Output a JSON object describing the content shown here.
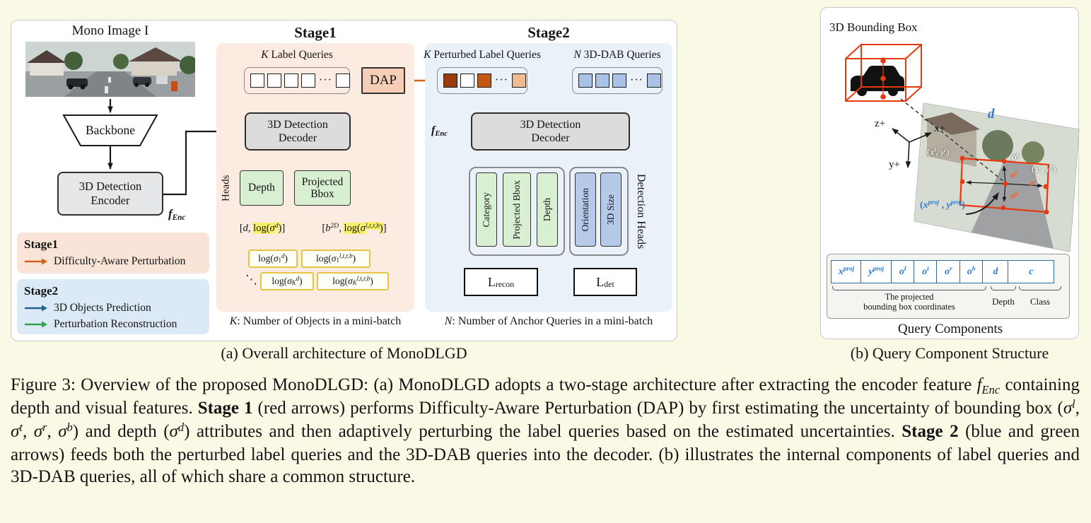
{
  "colors": {
    "bg": "#FAF9E6",
    "panel-border": "#C8C8C8",
    "stage1-bg": "#FBEBE1",
    "stage2-bg": "#EAF1F9",
    "legend1-bg": "#FAE3D7",
    "legend2-bg": "#DCE9F7",
    "orange": "#D2601A",
    "blue": "#21648E",
    "green": "#2EA24E",
    "gray-box": "#DCDCDC",
    "green-box": "#D9EFD1",
    "blue-box": "#B7C9E9",
    "dap-bg": "#F6CEB5",
    "yellow-hl": "#FAF169",
    "yellow-border": "#E2C63E",
    "red": "#E8380D",
    "blue-text": "#2E7BD1",
    "rust-dark": "#993B0B",
    "rust-mid": "#C25812",
    "peach-sq": "#F2BA90",
    "dab-sq": "#A9C2E6"
  },
  "panel_a": {
    "mono_label": "Mono Image I",
    "backbone": "Backbone",
    "encoder_line1": "3D Detection",
    "encoder_line2": "Encoder",
    "f_enc": [
      {
        "t": "f",
        "c": "it bd"
      },
      {
        "t": "Enc",
        "c": "sub it bd"
      }
    ],
    "legend": {
      "s1_title": "Stage1",
      "s1_item": "Difficulty-Aware Perturbation",
      "s2_title": "Stage2",
      "s2_item1": "3D Objects Prediction",
      "s2_item2": "Perturbation Reconstruction"
    },
    "s1": {
      "title": "Stage1",
      "queries_label": [
        {
          "t": "K",
          "c": "it"
        },
        {
          "t": " Label Queries"
        }
      ],
      "dots": "···",
      "dap": "DAP",
      "decoder_line1": "3D Detection",
      "decoder_line2": "Decoder",
      "heads_label": "Heads",
      "depth_head": "Depth",
      "bbox_head_line1": "Projected",
      "bbox_head_line2": "Bbox",
      "depth_out": [
        {
          "t": "["
        },
        {
          "t": "d",
          "c": "it"
        },
        {
          "t": ", "
        },
        {
          "t": "log(",
          "c": "hl"
        },
        {
          "t": "σ",
          "c": "hl it"
        },
        {
          "t": "d",
          "c": "hl sup it"
        },
        {
          "t": ")",
          "c": "hl"
        },
        {
          "t": "]"
        }
      ],
      "bbox_out": [
        {
          "t": "["
        },
        {
          "t": "b",
          "c": "it"
        },
        {
          "t": "2D",
          "c": "sup"
        },
        {
          "t": ", "
        },
        {
          "t": "log(",
          "c": "hl"
        },
        {
          "t": "σ",
          "c": "hl it"
        },
        {
          "t": "l,t,r,b",
          "c": "hl sup it"
        },
        {
          "t": ")",
          "c": "hl"
        },
        {
          "t": "]"
        }
      ],
      "sig_1d": [
        {
          "t": "log("
        },
        {
          "t": "σ",
          "c": "it"
        },
        {
          "t": "1",
          "c": "sub"
        },
        {
          "t": "d",
          "c": "sup it"
        },
        {
          "t": ")"
        }
      ],
      "sig_1b": [
        {
          "t": "log("
        },
        {
          "t": "σ",
          "c": "it"
        },
        {
          "t": "1",
          "c": "sub"
        },
        {
          "t": "l,t,r,b",
          "c": "sup it"
        },
        {
          "t": ")"
        }
      ],
      "sig_kd": [
        {
          "t": "log("
        },
        {
          "t": "σ",
          "c": "it"
        },
        {
          "t": "K",
          "c": "sub it"
        },
        {
          "t": "d",
          "c": "sup it"
        },
        {
          "t": ")"
        }
      ],
      "sig_kb": [
        {
          "t": "log("
        },
        {
          "t": "σ",
          "c": "it"
        },
        {
          "t": "K",
          "c": "sub it"
        },
        {
          "t": "l,t,r,b",
          "c": "sup it"
        },
        {
          "t": ")"
        }
      ],
      "sig_dots": "⋱"
    },
    "s2": {
      "title": "Stage2",
      "perturbed_label": [
        {
          "t": "K",
          "c": "it"
        },
        {
          "t": " Perturbed Label Queries"
        }
      ],
      "dab_label": [
        {
          "t": "N",
          "c": "it"
        },
        {
          "t": " 3D-DAB Queries"
        }
      ],
      "dots": "···",
      "f_enc": [
        {
          "t": "f",
          "c": "it bd"
        },
        {
          "t": "Enc",
          "c": "sub it bd"
        }
      ],
      "decoder_line1": "3D Detection",
      "decoder_line2": "Decoder",
      "head_category": "Category",
      "head_bbox": "Projected Bbox",
      "head_depth": "Depth",
      "head_orientation": "Orientation",
      "head_size": "3D Size",
      "detection_heads_label": "Detection Heads",
      "l_recon": [
        {
          "t": "L"
        },
        {
          "t": "recon",
          "c": "sub"
        }
      ],
      "l_det": [
        {
          "t": "L"
        },
        {
          "t": "det",
          "c": "sub"
        }
      ]
    },
    "note_k": [
      {
        "t": "K",
        "c": "it"
      },
      {
        "t": ": Number of Objects in a mini-batch"
      }
    ],
    "note_n": [
      {
        "t": "N",
        "c": "it"
      },
      {
        "t": ": Number of Anchor Queries in a mini-batch"
      }
    ],
    "caption": "(a) Overall architecture of MonoDLGD"
  },
  "panel_b": {
    "title": "3D Bounding Box",
    "axis_z": "z+",
    "axis_x": "x+",
    "axis_y": "y+",
    "d_label": "d",
    "corner_tl": [
      {
        "t": "("
      },
      {
        "t": "x",
        "c": "it"
      },
      {
        "t": "l",
        "c": "sup it"
      },
      {
        "t": ", "
      },
      {
        "t": "y",
        "c": "it"
      },
      {
        "t": "t",
        "c": "sup it"
      },
      {
        "t": ")"
      }
    ],
    "o_t": [
      {
        "t": "o",
        "c": "it bd"
      },
      {
        "t": "t",
        "c": "sup it bd"
      }
    ],
    "o_l": [
      {
        "t": "o",
        "c": "it bd"
      },
      {
        "t": "l",
        "c": "sup it bd"
      }
    ],
    "o_r": [
      {
        "t": "o",
        "c": "it bd"
      },
      {
        "t": "r",
        "c": "sup it bd"
      }
    ],
    "o_b": [
      {
        "t": "o",
        "c": "it bd"
      },
      {
        "t": "b",
        "c": "sup it bd"
      }
    ],
    "corner_br": [
      {
        "t": "("
      },
      {
        "t": "x",
        "c": "it"
      },
      {
        "t": "r",
        "c": "sup it"
      },
      {
        "t": ", "
      },
      {
        "t": "y",
        "c": "it"
      },
      {
        "t": "b",
        "c": "sup it"
      },
      {
        "t": ")"
      }
    ],
    "proj_point": [
      {
        "t": "("
      },
      {
        "t": "x",
        "c": "it bd"
      },
      {
        "t": "proj",
        "c": "sup it bd"
      },
      {
        "t": " , "
      },
      {
        "t": "y",
        "c": "it bd"
      },
      {
        "t": "proj",
        "c": "sup it bd"
      },
      {
        "t": ")"
      }
    ],
    "cells": [
      [
        {
          "t": "x",
          "c": "it bd"
        },
        {
          "t": "proj",
          "c": "sup it bd"
        }
      ],
      [
        {
          "t": "y",
          "c": "it bd"
        },
        {
          "t": "proj",
          "c": "sup it bd"
        }
      ],
      [
        {
          "t": "o",
          "c": "it bd"
        },
        {
          "t": "l",
          "c": "sup it bd"
        }
      ],
      [
        {
          "t": "o",
          "c": "it bd"
        },
        {
          "t": "t",
          "c": "sup it bd"
        }
      ],
      [
        {
          "t": "o",
          "c": "it bd"
        },
        {
          "t": "r",
          "c": "sup it bd"
        }
      ],
      [
        {
          "t": "o",
          "c": "it bd"
        },
        {
          "t": "b",
          "c": "sup it bd"
        }
      ],
      [
        {
          "t": "d",
          "c": "it bd"
        }
      ],
      [
        {
          "t": "c",
          "c": "it bd"
        }
      ]
    ],
    "brace_coords_line1": "The projected",
    "brace_coords_line2": "bounding box coordinates",
    "brace_depth": "Depth",
    "brace_class": "Class",
    "query_components": "Query Components",
    "caption": "(b) Query Component Structure"
  },
  "figure_caption": {
    "segments": [
      {
        "t": "Figure 3: Overview of the proposed MonoDLGD: (a) MonoDLGD adopts a two-stage architecture after extracting the encoder feature "
      },
      {
        "t": "f",
        "c": "it"
      },
      {
        "t": "Enc",
        "c": "sub it"
      },
      {
        "t": " containing depth and visual features. "
      },
      {
        "t": "Stage 1",
        "c": "bd"
      },
      {
        "t": " (red arrows) performs Difficulty-Aware Perturbation (DAP) by first estimating the uncertainty of bounding box ("
      },
      {
        "t": "σ",
        "c": "it"
      },
      {
        "t": "l",
        "c": "sup it"
      },
      {
        "t": ", "
      },
      {
        "t": "σ",
        "c": "it"
      },
      {
        "t": "t",
        "c": "sup it"
      },
      {
        "t": ", "
      },
      {
        "t": "σ",
        "c": "it"
      },
      {
        "t": "r",
        "c": "sup it"
      },
      {
        "t": ", "
      },
      {
        "t": "σ",
        "c": "it"
      },
      {
        "t": "b",
        "c": "sup it"
      },
      {
        "t": ") and depth ("
      },
      {
        "t": "σ",
        "c": "it"
      },
      {
        "t": "d",
        "c": "sup it"
      },
      {
        "t": ") attributes and then adaptively perturbing the label queries based on the estimated uncertainties. "
      },
      {
        "t": "Stage 2",
        "c": "bd"
      },
      {
        "t": " (blue and green arrows) feeds both the perturbed label queries and the 3D-DAB queries into the decoder. (b) illustrates the internal components of label queries and 3D-DAB queries, all of which share a common structure."
      }
    ]
  }
}
